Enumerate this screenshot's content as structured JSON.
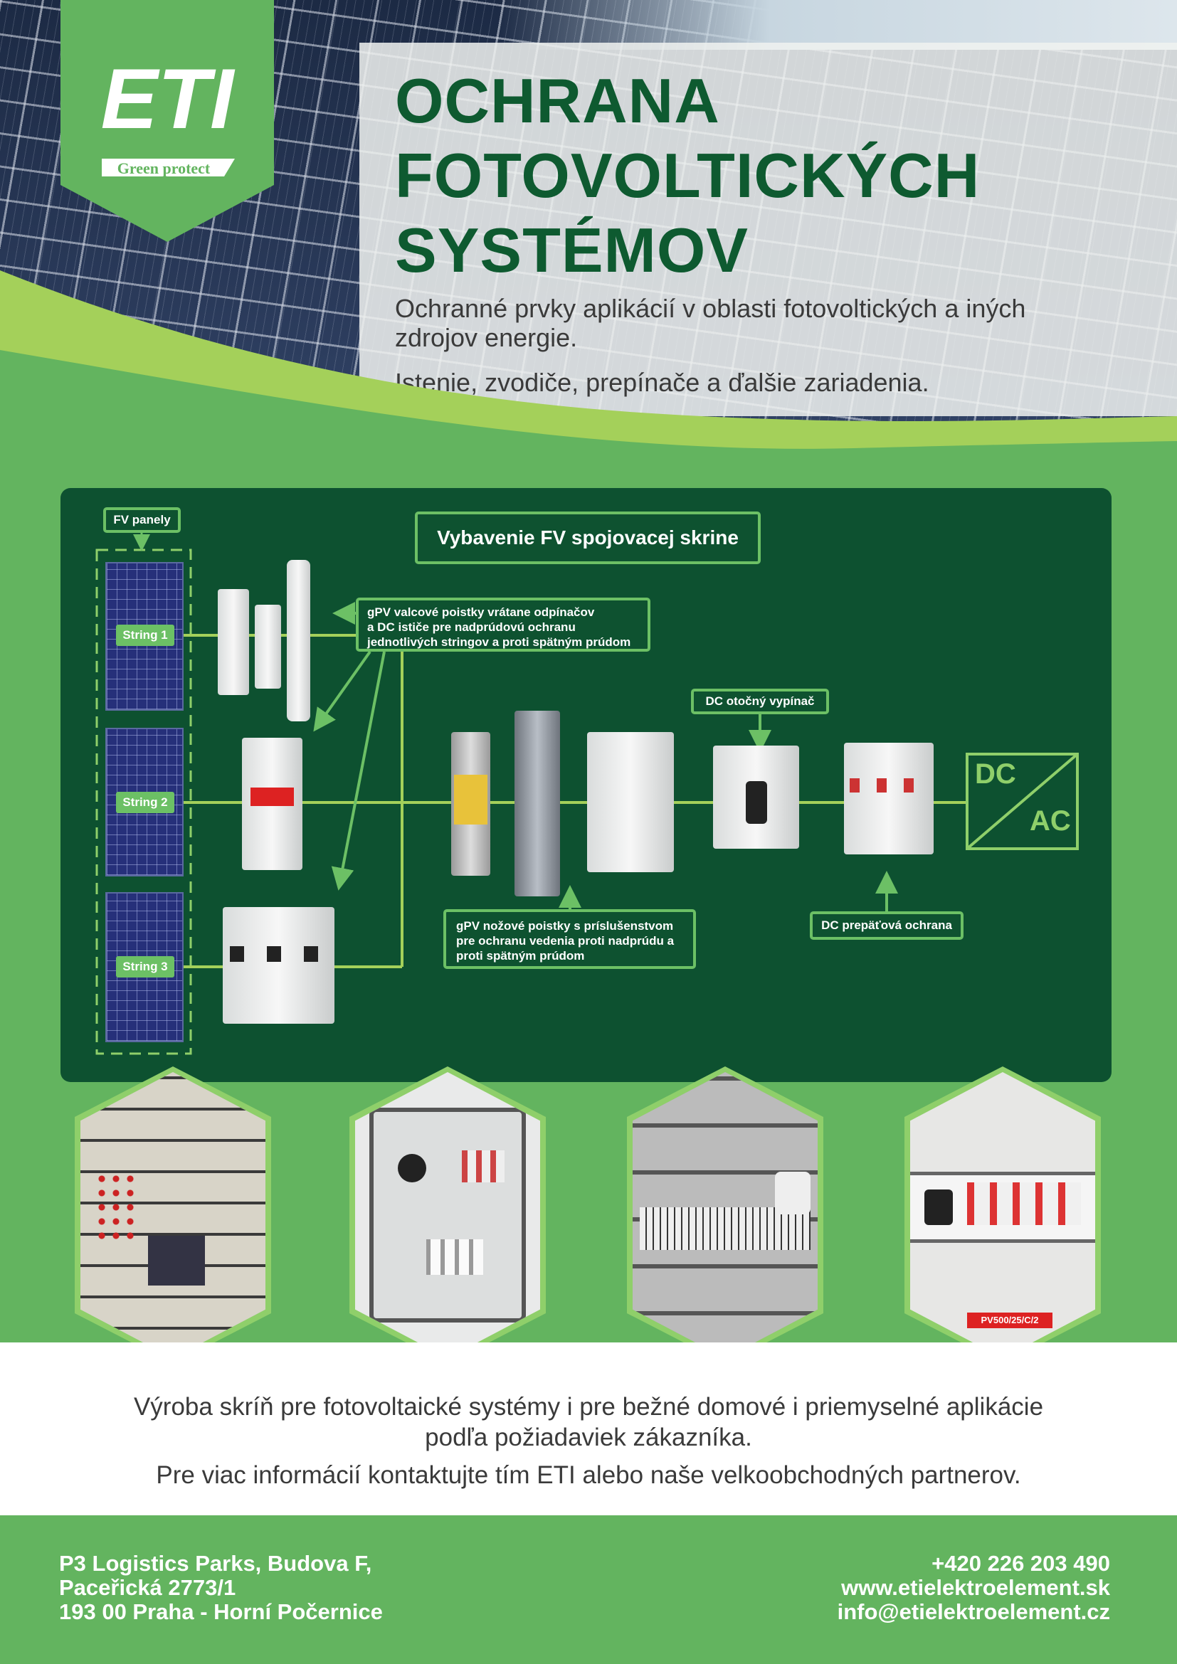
{
  "logo": {
    "brand": "ETI",
    "tagline": "Green protect"
  },
  "header": {
    "title_lines": [
      "OCHRANA",
      "FOTOVOLTICKÝCH",
      "SYSTÉMOV"
    ],
    "subtitle_lines": [
      "Ochranné prvky aplikácií v oblasti fotovoltických a iných",
      "zdrojov energie."
    ],
    "subtitle2": "Istenie, zvodiče, prepínače a ďalšie zariadenia."
  },
  "diagram": {
    "title": "Vybavenie FV spojovacej skrine",
    "fv_panels_label": "FV panely",
    "strings": [
      "String 1",
      "String 2",
      "String 3"
    ],
    "callout_fuses": [
      "gPV valcové poistky vrátane odpínačov",
      "a DC ističe pre nadprúdovú ochranu",
      "jednotlivých stringov a proti spätným prúdom"
    ],
    "callout_switch": "DC otočný vypínač",
    "callout_knife": [
      "gPV nožové poistky s príslušenstvom",
      "pre ochranu vedenia proti nadprúdu a",
      "proti spätným prúdom"
    ],
    "callout_spd": "DC prepäťová ochrana",
    "dc": "DC",
    "ac": "AC"
  },
  "photos": {
    "label4": "PV500/25/C/2"
  },
  "info": {
    "line1": "Výroba skríň pre fotovoltaické systémy i pre bežné domové i priemyselné aplikácie",
    "line2": "podľa požiadaviek zákazníka.",
    "line3": "Pre viac informácií kontaktujte tím ETI alebo naše velkoobchodných partnerov."
  },
  "footer": {
    "address": [
      "P3 Logistics Parks, Budova F,",
      "Paceřická 2773/1",
      "193 00 Praha - Horní Počernice"
    ],
    "phone": "+420 226 203 490",
    "web": "www.etielektroelement.sk",
    "email": "info@etielektroelement.cz"
  },
  "colors": {
    "dark_green": "#0e5230",
    "green": "#63b45f",
    "light_green": "#6cc065",
    "lime": "#a4d05a",
    "title": "#0e5a30"
  }
}
